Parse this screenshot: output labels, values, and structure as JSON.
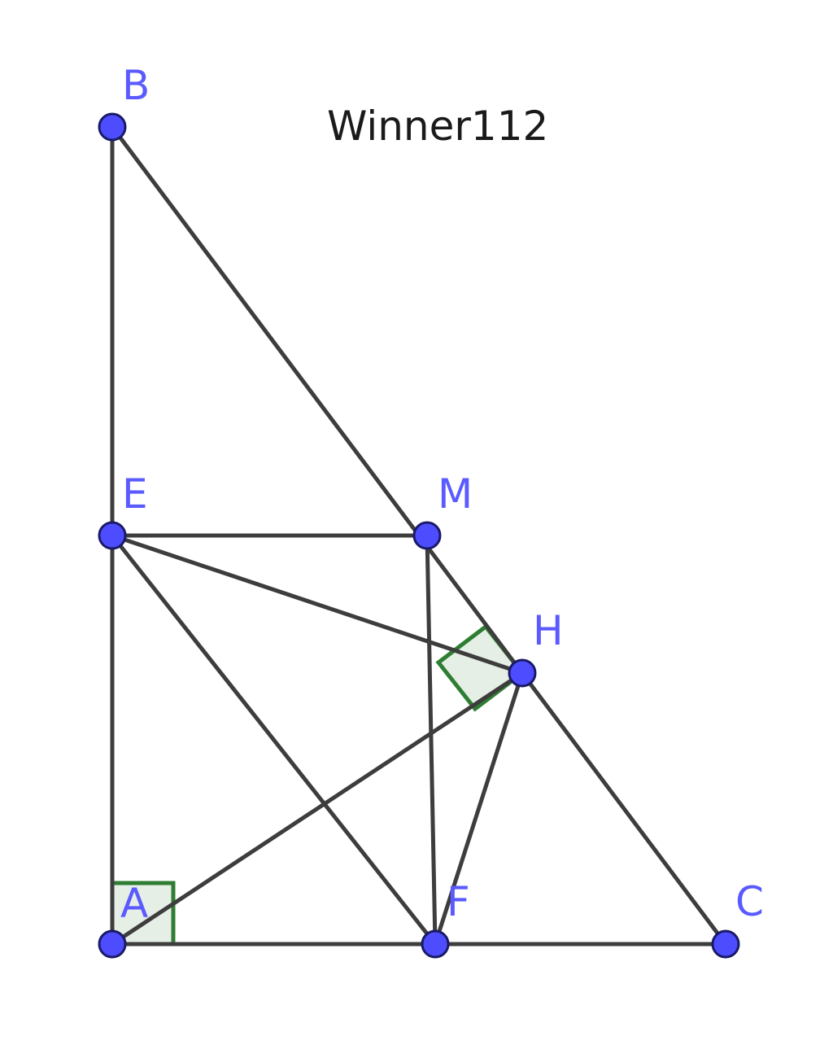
{
  "caption": "Winner112",
  "colors": {
    "point": "#4d4dff",
    "label": "#5a5aff",
    "segment": "#3d3d3d",
    "right_angle": "#2e7d32"
  },
  "points": {
    "A": "A",
    "B": "B",
    "C": "C",
    "E": "E",
    "F": "F",
    "H": "H",
    "M": "M"
  },
  "segments": [
    "AB",
    "AC",
    "BC",
    "EM",
    "EH",
    "EF",
    "MF",
    "AH",
    "HF"
  ],
  "right_angles": [
    "A",
    "H"
  ]
}
